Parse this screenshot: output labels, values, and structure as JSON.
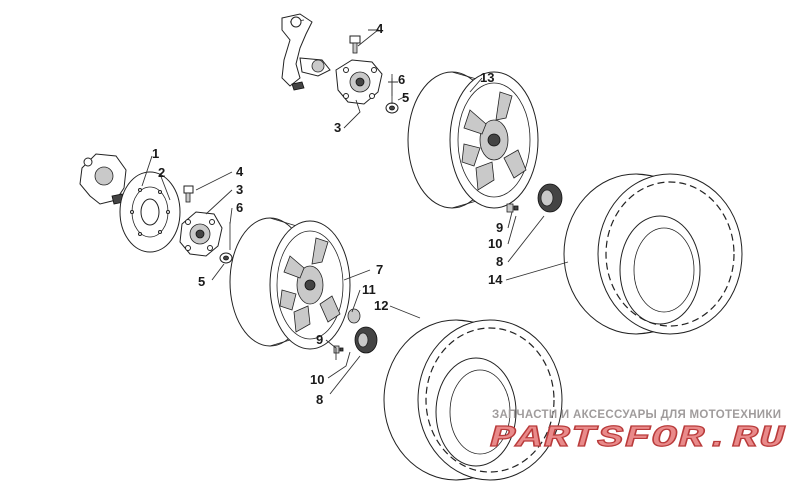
{
  "callouts": [
    {
      "id": "c1",
      "text": "1"
    },
    {
      "id": "c2",
      "text": "2"
    },
    {
      "id": "c3a",
      "text": "3"
    },
    {
      "id": "c3b",
      "text": "3"
    },
    {
      "id": "c4a",
      "text": "4"
    },
    {
      "id": "c4b",
      "text": "4"
    },
    {
      "id": "c5a",
      "text": "5"
    },
    {
      "id": "c5b",
      "text": "5"
    },
    {
      "id": "c6a",
      "text": "6"
    },
    {
      "id": "c6b",
      "text": "6"
    },
    {
      "id": "c7",
      "text": "7"
    },
    {
      "id": "c8a",
      "text": "8"
    },
    {
      "id": "c8b",
      "text": "8"
    },
    {
      "id": "c9a",
      "text": "9"
    },
    {
      "id": "c9b",
      "text": "9"
    },
    {
      "id": "c10a",
      "text": "10"
    },
    {
      "id": "c10b",
      "text": "10"
    },
    {
      "id": "c11",
      "text": "11"
    },
    {
      "id": "c12",
      "text": "12"
    },
    {
      "id": "c13",
      "text": "13"
    },
    {
      "id": "c14",
      "text": "14"
    }
  ],
  "watermark": {
    "caption": "ЗАПЧАСТИ И АКСЕССУАРЫ ДЛЯ МОТОТЕХНИКИ",
    "logo_lettering": "PARTSFOR.RU"
  }
}
